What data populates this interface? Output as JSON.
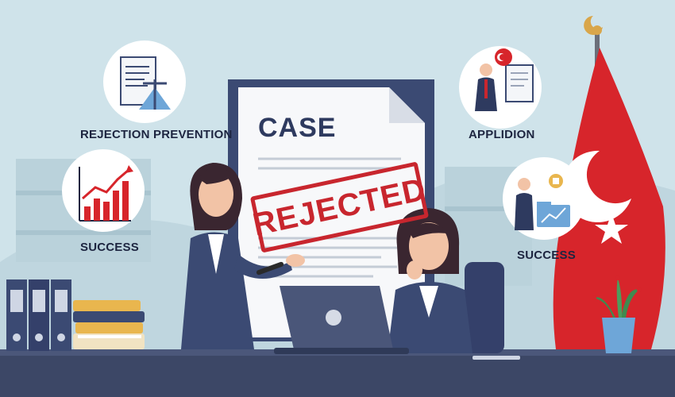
{
  "document": {
    "title": "CASE",
    "stamp": "REJECTED"
  },
  "labels": {
    "top_left": "REJECTION PREVENTION",
    "mid_left": "SUCCESS",
    "top_right": "APPLIDION",
    "mid_right": "SUCCESS"
  },
  "icons": {
    "top_left": "document-scale-icon",
    "mid_left": "growth-chart-icon",
    "top_right": "presenter-flag-icon",
    "mid_right": "businessman-folder-icon"
  },
  "colors": {
    "background": "#cfe3ea",
    "navy": "#2e3a5f",
    "stamp_red": "#c8262e",
    "flag_red": "#d7252b"
  }
}
